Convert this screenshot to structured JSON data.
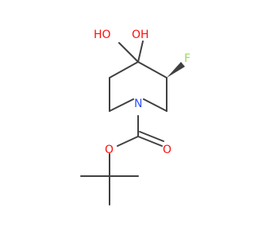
{
  "molecule": {
    "atoms": {
      "oh1": {
        "label": "HO",
        "color": "#ff0d0d"
      },
      "oh2": {
        "label": "OH",
        "color": "#ff0d0d"
      },
      "fluorine": {
        "label": "F",
        "color": "#90e050"
      },
      "nitrogen": {
        "label": "N",
        "color": "#3050f8"
      },
      "carbonyl_o": {
        "label": "O",
        "color": "#ff0d0d"
      },
      "ester_o": {
        "label": "O",
        "color": "#ff0d0d"
      }
    },
    "bond_color": "#404040",
    "stereo_wedge_color": "#404040"
  }
}
